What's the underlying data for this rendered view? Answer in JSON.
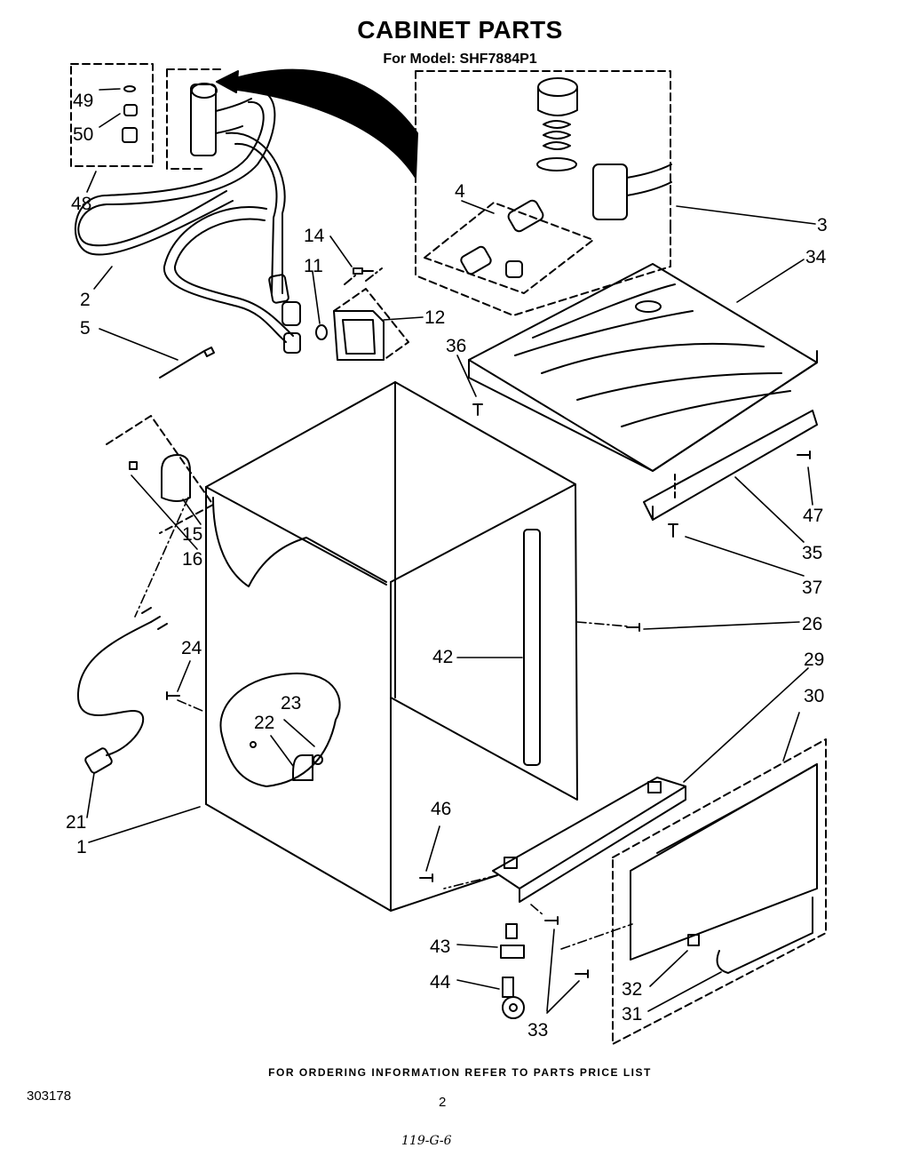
{
  "title": "CABINET PARTS",
  "subtitle": "For Model: SHF7884P1",
  "footer": "FOR ORDERING INFORMATION REFER TO PARTS PRICE LIST",
  "document_number": "303178",
  "page_number": "2",
  "handwritten_note": "119-G-6",
  "callouts": [
    "49",
    "50",
    "48",
    "2",
    "14",
    "11",
    "12",
    "5",
    "4",
    "3",
    "34",
    "36",
    "15",
    "16",
    "24",
    "23",
    "22",
    "21",
    "1",
    "42",
    "47",
    "35",
    "37",
    "26",
    "29",
    "30",
    "46",
    "43",
    "44",
    "33",
    "32",
    "31"
  ]
}
